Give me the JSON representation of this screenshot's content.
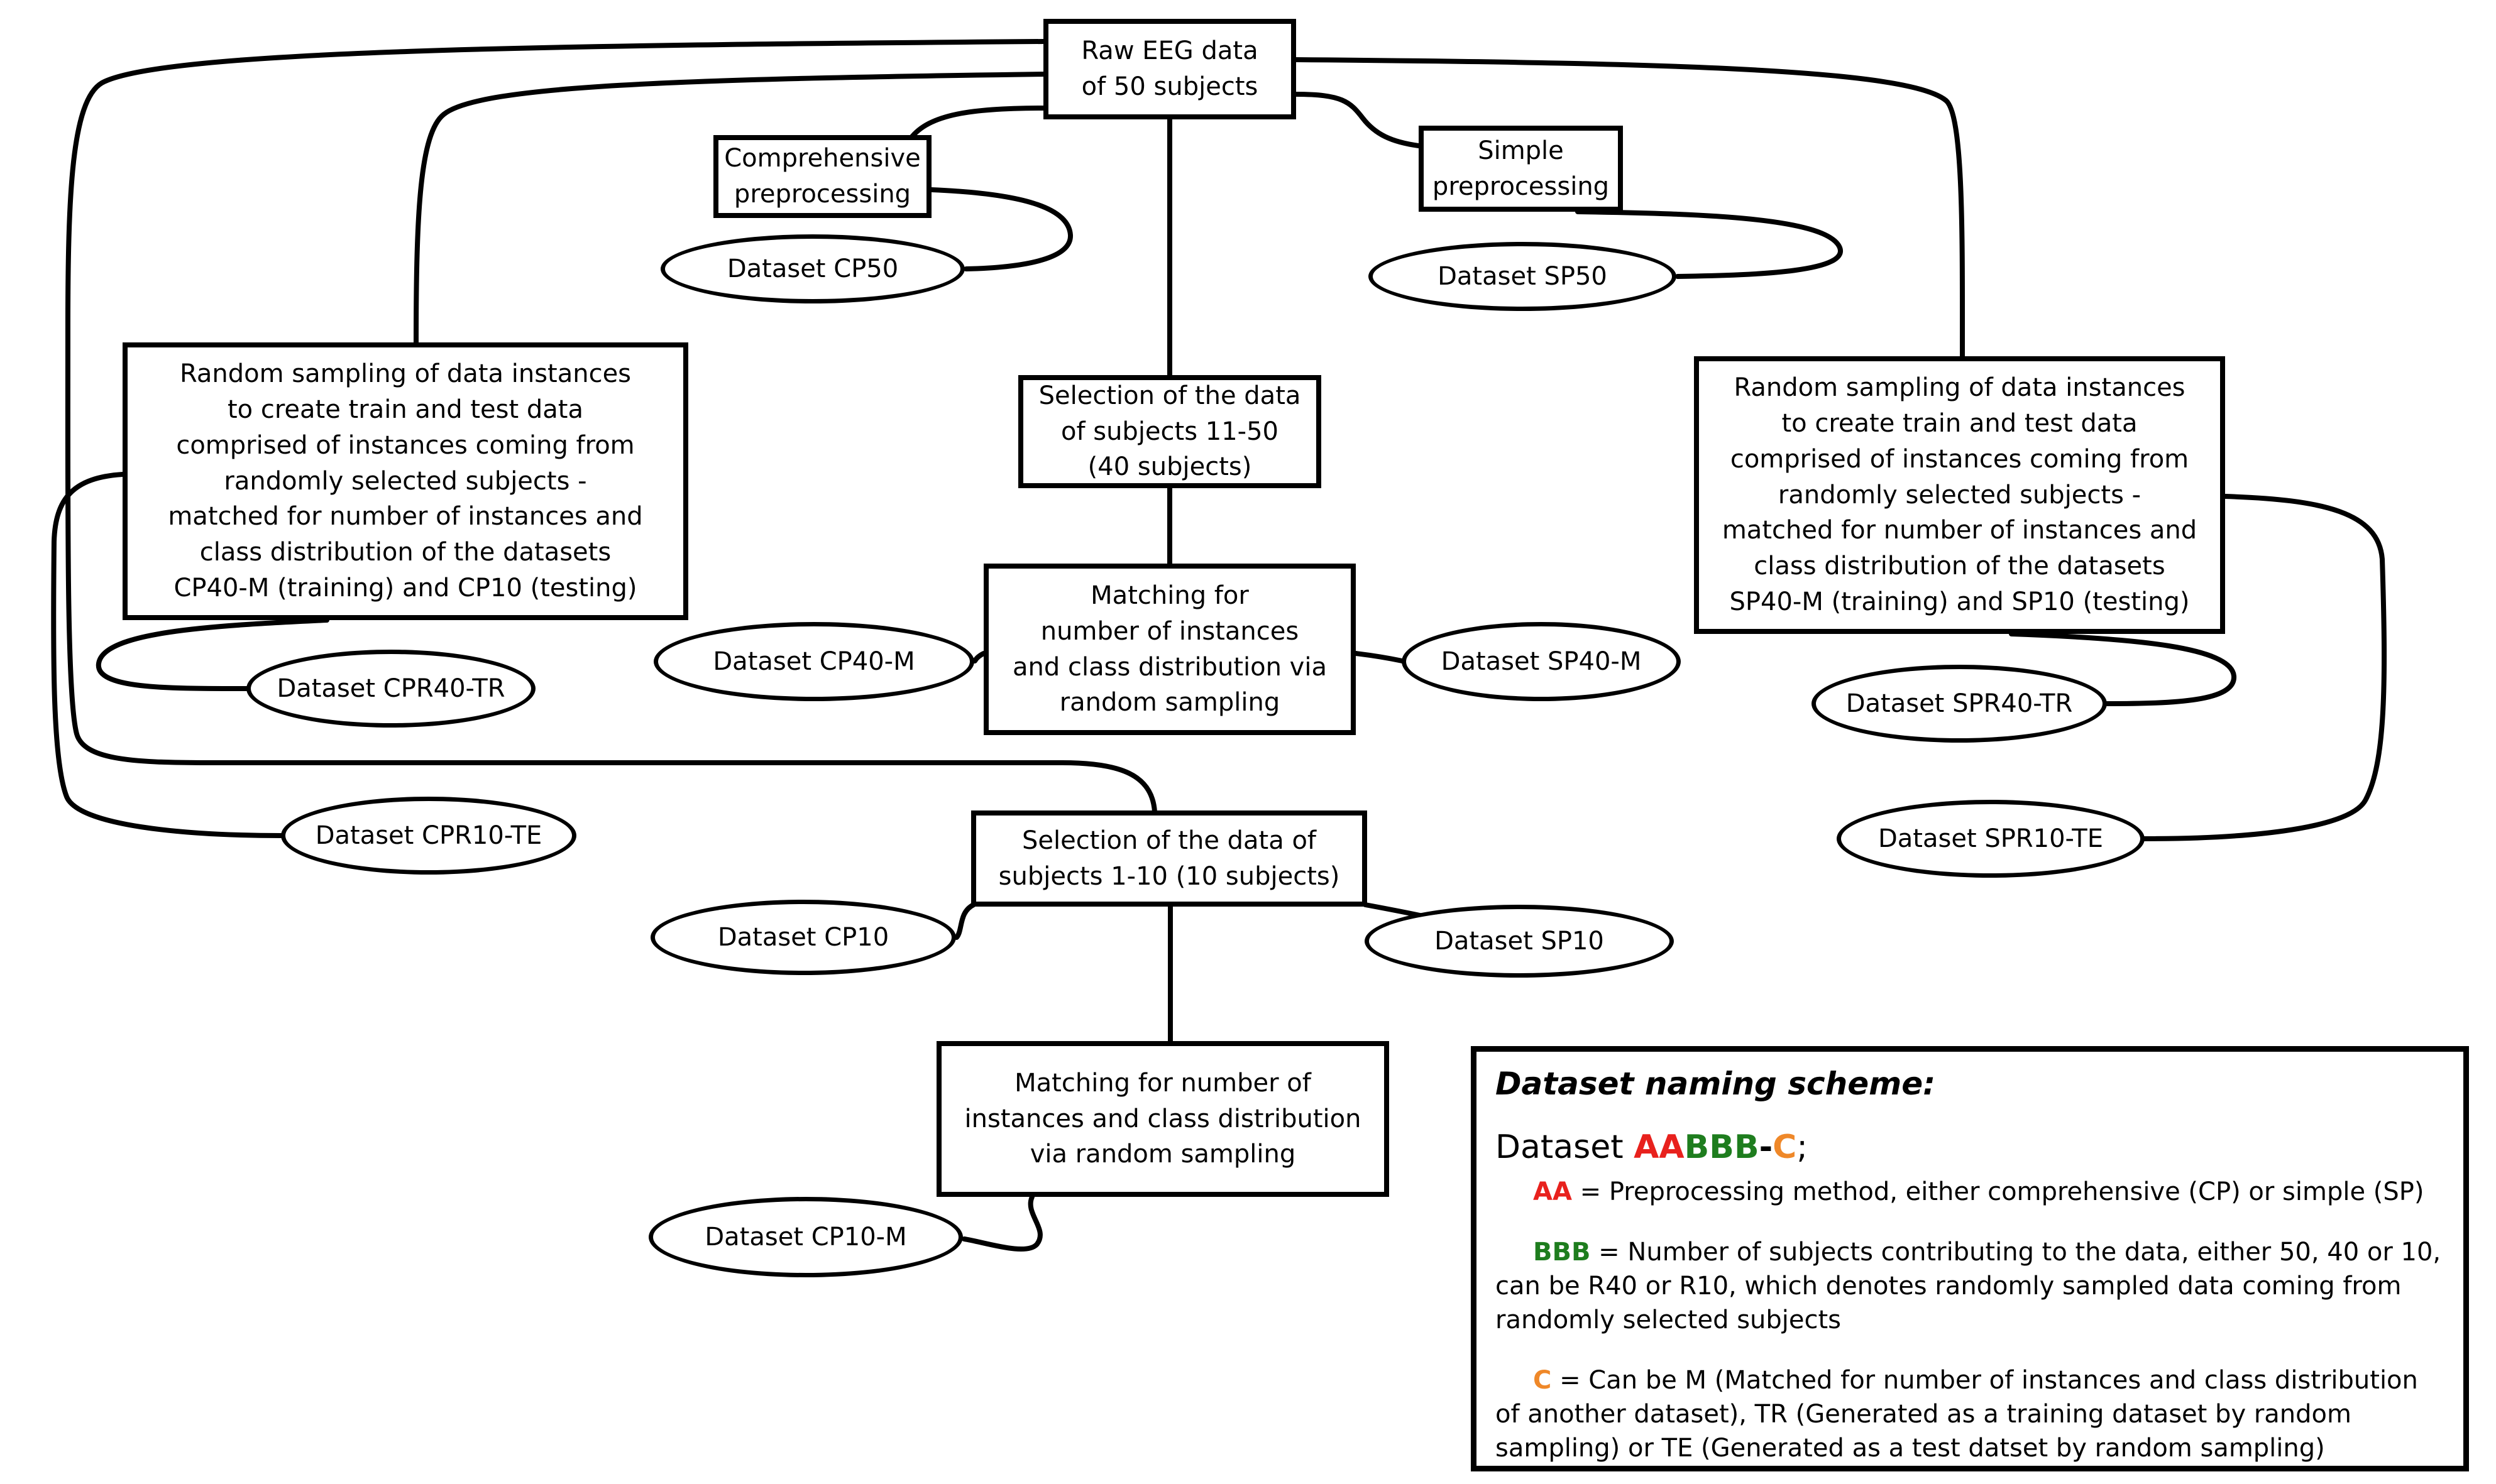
{
  "nodes": {
    "raw": {
      "label": "Raw EEG data\nof 50 subjects"
    },
    "comprehensive": {
      "label": "Comprehensive\npreprocessing"
    },
    "simple": {
      "label": "Simple\npreprocessing"
    },
    "left_sampling": {
      "label": "Random sampling of data instances\nto create train and test data\ncomprised of instances coming from\nrandomly selected subjects -\nmatched for number of instances and\nclass distribution of the datasets\nCP40-M (training) and CP10 (testing)"
    },
    "right_sampling": {
      "label": "Random sampling of data instances\nto create train and test data\ncomprised of instances coming from\nrandomly selected subjects -\nmatched for number of instances and\nclass distribution of the datasets\nSP40-M (training) and SP10 (testing)"
    },
    "selection_11_50": {
      "label": "Selection of the data\nof subjects 11-50\n(40 subjects)"
    },
    "matching_40": {
      "label": "Matching for\nnumber of instances\nand class distribution via\nrandom sampling"
    },
    "selection_1_10": {
      "label": "Selection of the data of\nsubjects 1-10 (10 subjects)"
    },
    "matching_10": {
      "label": "Matching for number of\ninstances and class distribution\nvia random sampling"
    }
  },
  "datasets": {
    "cp50": {
      "label": "Dataset CP50"
    },
    "sp50": {
      "label": "Dataset SP50"
    },
    "cp40m": {
      "label": "Dataset CP40-M"
    },
    "sp40m": {
      "label": "Dataset SP40-M"
    },
    "cpr40tr": {
      "label": "Dataset CPR40-TR"
    },
    "spr40tr": {
      "label": "Dataset SPR40-TR"
    },
    "cpr10te": {
      "label": "Dataset CPR10-TE"
    },
    "spr10te": {
      "label": "Dataset SPR10-TE"
    },
    "cp10": {
      "label": "Dataset CP10"
    },
    "sp10": {
      "label": "Dataset SP10"
    },
    "cp10m": {
      "label": "Dataset CP10-M"
    }
  },
  "legend": {
    "title": "Dataset naming scheme:",
    "naming": {
      "prefix": "Dataset ",
      "aa": "AA",
      "bbb": "BBB",
      "dash": "-",
      "c": "C",
      "suffix": ";"
    },
    "aa_def": {
      "label": "AA",
      "text": " = Preprocessing method, either comprehensive (CP) or simple (SP)"
    },
    "bbb_def": {
      "label": "BBB",
      "text": " = Number of subjects contributing to the data, either 50, 40 or 10, can be R40 or R10, which denotes randomly sampled data coming from randomly selected subjects"
    },
    "c_def": {
      "label": "C",
      "text": " = Can be M (Matched for number of instances and class distribution of another dataset), TR (Generated as a training dataset by random sampling) or TE (Generated as a test datset by random sampling)"
    },
    "colors": {
      "aa": "#e8211d",
      "bbb": "#1e7d1e",
      "c": "#ef8829"
    }
  }
}
